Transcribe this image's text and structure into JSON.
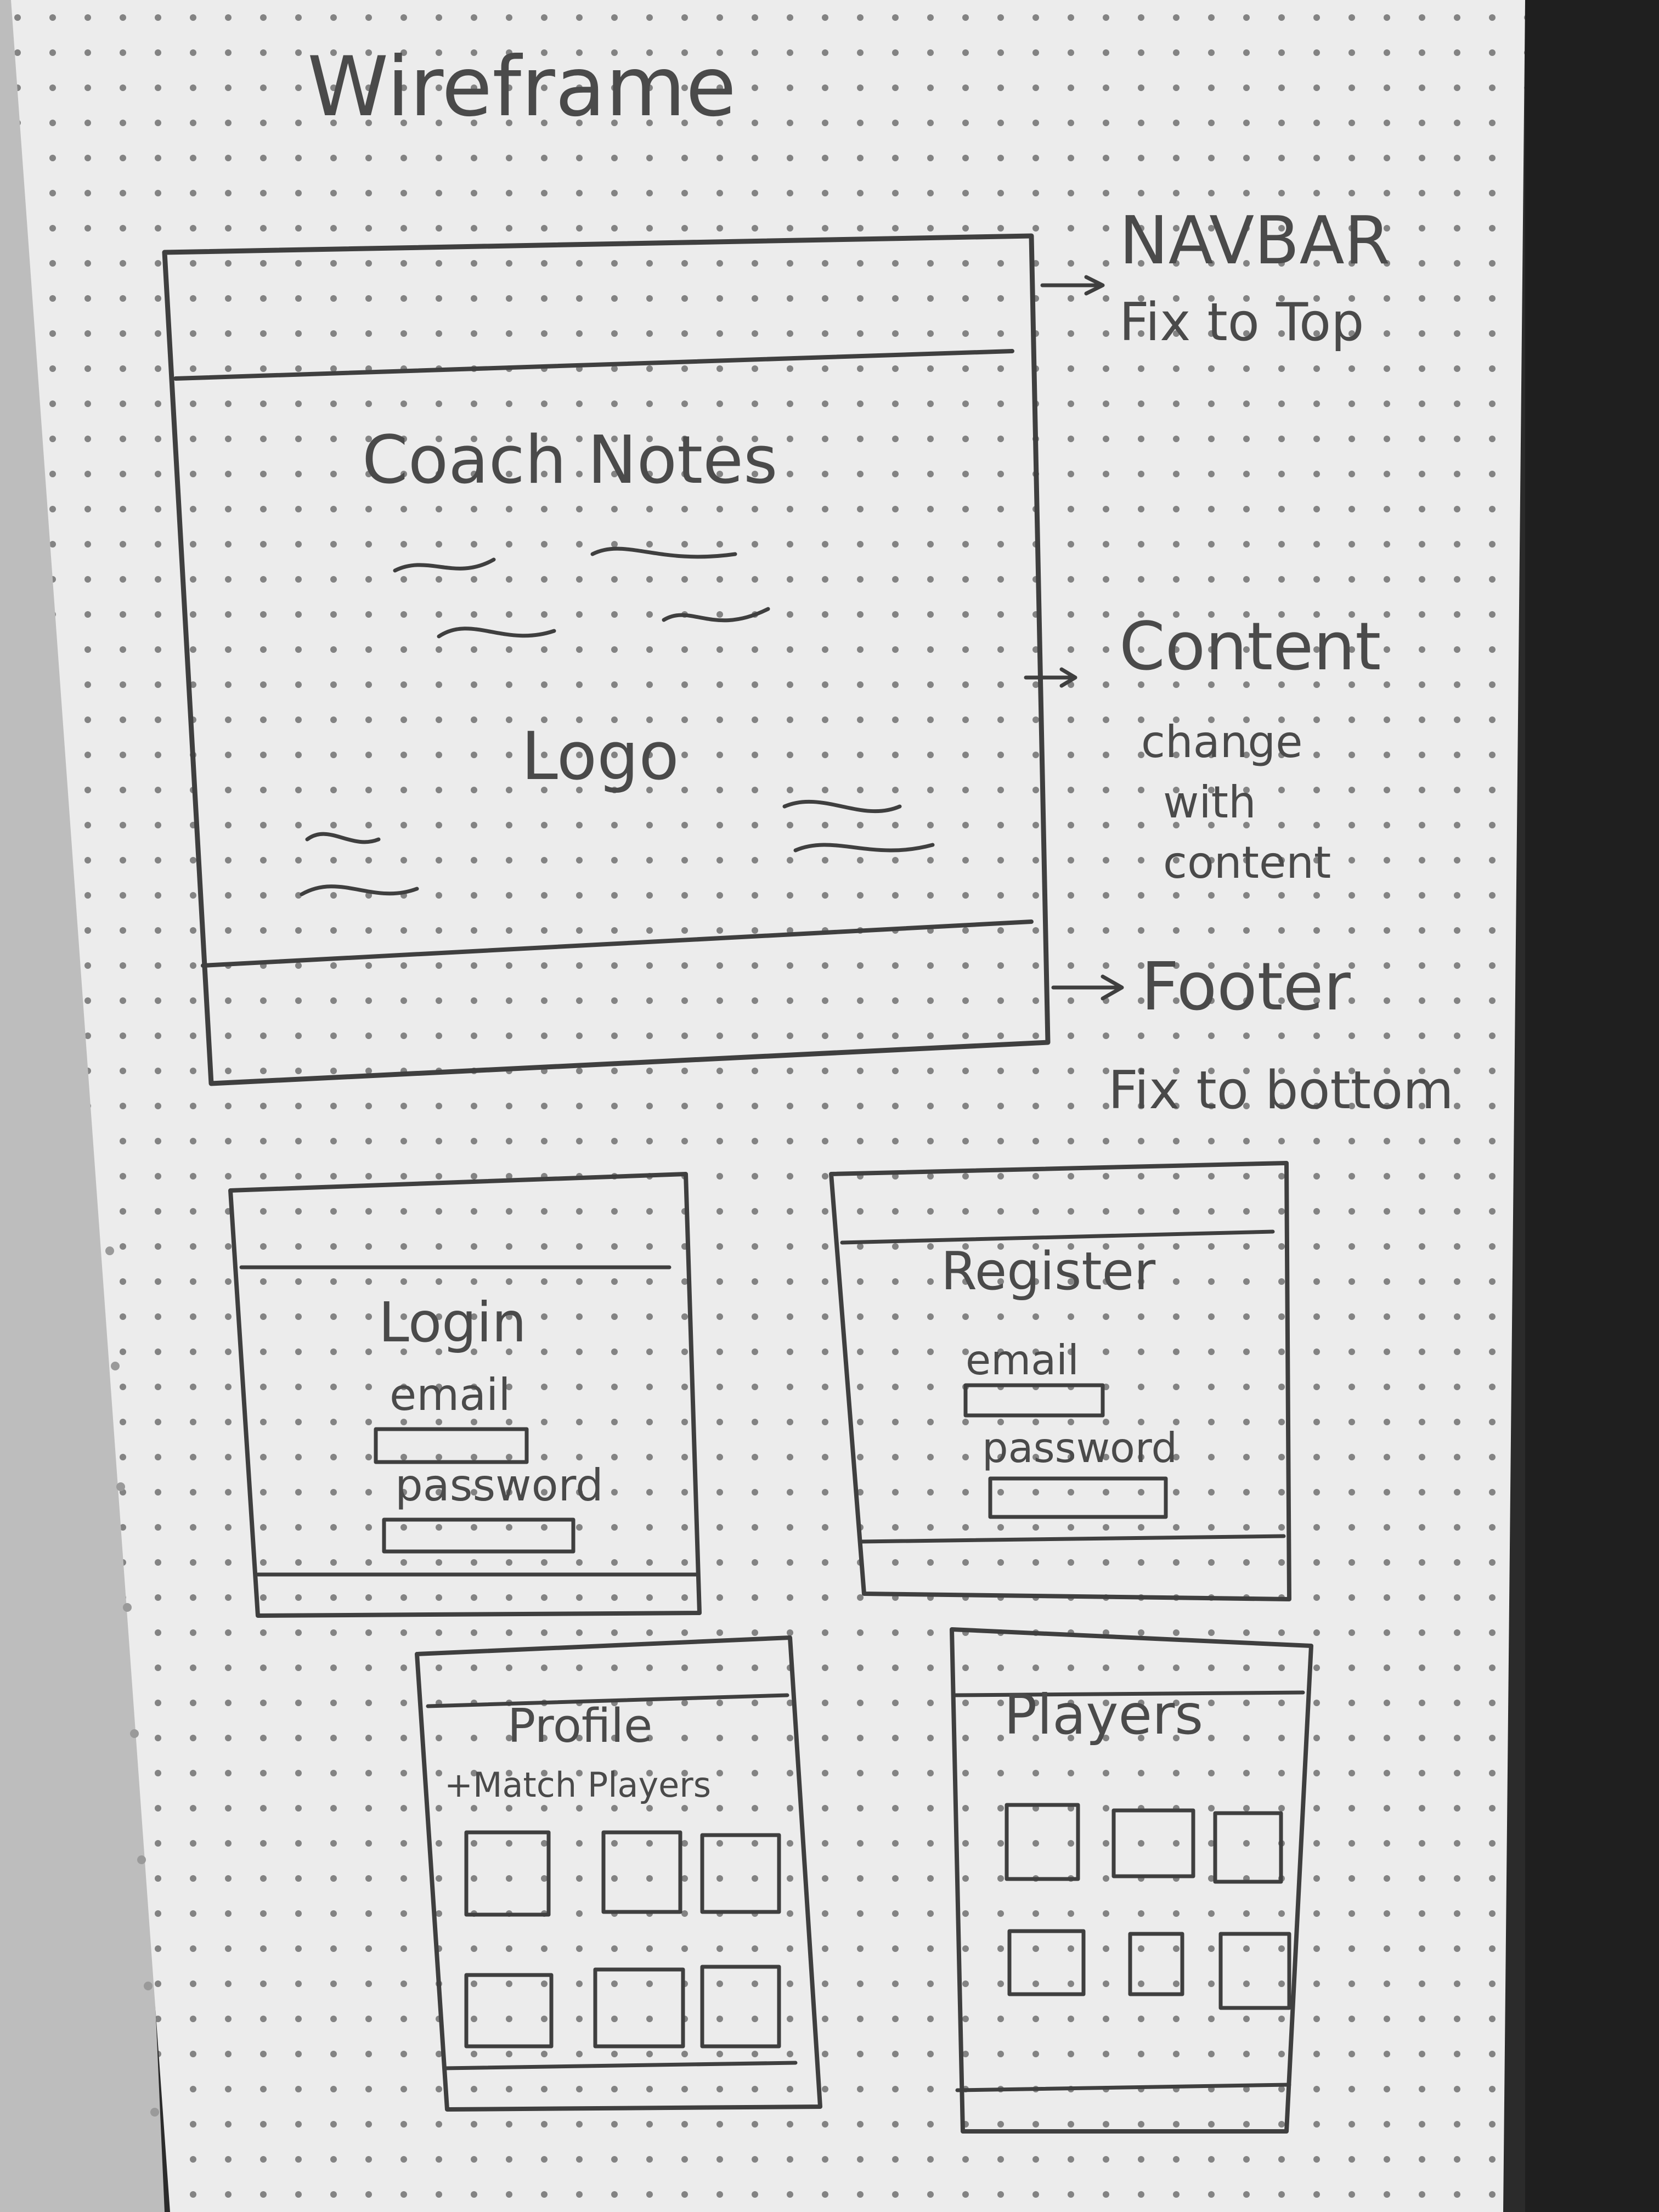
{
  "page_title": "Wireframe",
  "main_sketch": {
    "heading": "Coach Notes",
    "logo_label": "Logo"
  },
  "annotations": {
    "navbar": {
      "label": "NAVBAR",
      "note": "Fix to Top"
    },
    "content": {
      "label": "Content",
      "note_lines": [
        "change",
        "with",
        "content"
      ]
    },
    "footer": {
      "label": "Footer",
      "note": "Fix to bottom"
    }
  },
  "login_sketch": {
    "title": "Login",
    "email_label": "email",
    "password_label": "password"
  },
  "register_sketch": {
    "title": "Register",
    "email_label": "email",
    "password_label": "password"
  },
  "profile_sketch": {
    "title": "Profile",
    "subtitle": "+Match Players"
  },
  "players_sketch": {
    "title": "Players"
  },
  "colors": {
    "paper": "#ececec",
    "ink": "#3f3f3f",
    "dots": "#6a6a6a",
    "background": "#2a2a2a"
  }
}
